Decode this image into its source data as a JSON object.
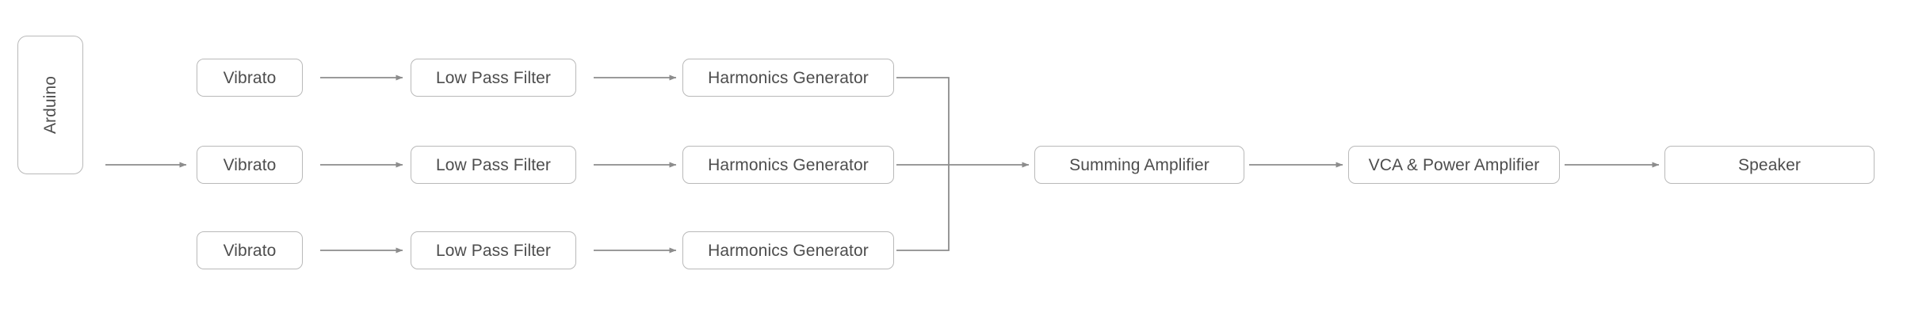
{
  "diagram": {
    "type": "signal-flow-block-diagram",
    "background_color": "#ffffff",
    "box_border_color": "#b9b9b9",
    "text_color": "#4d4d4d",
    "connector_color": "#8c8c8c",
    "source": {
      "label": "Arduino",
      "orientation": "vertical"
    },
    "channels": [
      {
        "index": 1,
        "stages": [
          {
            "label": "Vibrato"
          },
          {
            "label": "Low Pass Filter"
          },
          {
            "label": "Harmonics Generator"
          }
        ]
      },
      {
        "index": 2,
        "stages": [
          {
            "label": "Vibrato"
          },
          {
            "label": "Low Pass Filter"
          },
          {
            "label": "Harmonics Generator"
          }
        ]
      },
      {
        "index": 3,
        "stages": [
          {
            "label": "Vibrato"
          },
          {
            "label": "Low Pass Filter"
          },
          {
            "label": "Harmonics Generator"
          }
        ]
      }
    ],
    "output_chain": [
      {
        "label": "Summing Amplifier"
      },
      {
        "label": "VCA & Power Amplifier"
      },
      {
        "label": "Speaker"
      }
    ]
  }
}
